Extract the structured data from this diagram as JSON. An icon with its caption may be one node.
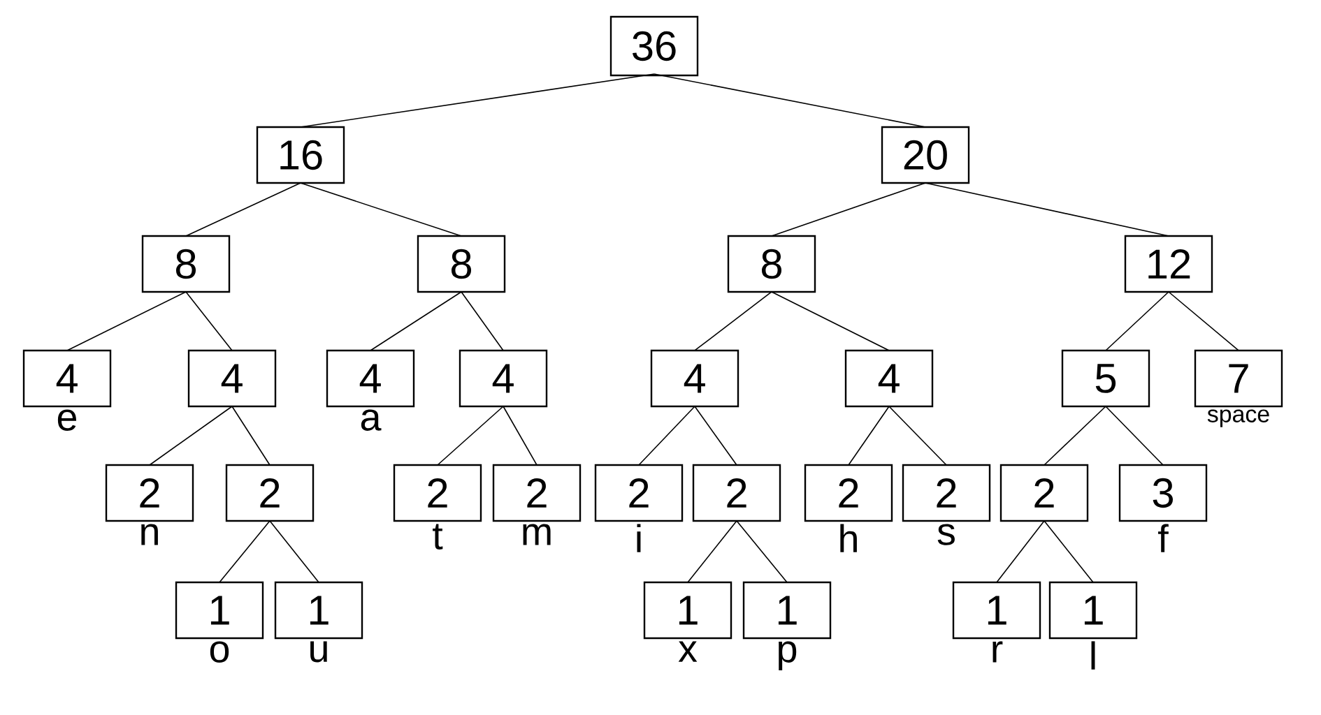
{
  "diagram": {
    "nodes": [
      {
        "text": [
          "36"
        ]
      },
      {
        "text": [
          "16"
        ]
      },
      {
        "text": [
          "20"
        ]
      },
      {
        "text": [
          "8"
        ]
      },
      {
        "text": [
          "8"
        ]
      },
      {
        "text": [
          "8"
        ]
      },
      {
        "text": [
          "12"
        ]
      },
      {
        "text": [
          "4"
        ],
        "beside": [
          "e"
        ]
      },
      {
        "text": [
          "4"
        ]
      },
      {
        "text": [
          "4"
        ],
        "beside": [
          "a"
        ]
      },
      {
        "text": [
          "4"
        ]
      },
      {
        "text": [
          "4"
        ]
      },
      {
        "text": [
          "4"
        ]
      },
      {
        "text": [
          "5"
        ]
      },
      {
        "text": [
          "7"
        ],
        "beside": [
          "space"
        ]
      },
      {
        "text": [
          "2"
        ],
        "beside": [
          "n"
        ]
      },
      {
        "text": [
          "2"
        ]
      },
      {
        "text": [
          "2"
        ],
        "beside": [
          "t"
        ]
      },
      {
        "text": [
          "2"
        ],
        "beside": [
          "m"
        ]
      },
      {
        "text": [
          "2"
        ],
        "beside": [
          "i"
        ]
      },
      {
        "text": [
          "2"
        ]
      },
      {
        "text": [
          "2"
        ],
        "beside": [
          "h"
        ]
      },
      {
        "text": [
          "2"
        ],
        "beside": [
          "s"
        ]
      },
      {
        "text": [
          "2"
        ]
      },
      {
        "text": [
          "3"
        ],
        "beside": [
          "f"
        ]
      },
      {
        "text": [
          "1"
        ],
        "beside": [
          "o"
        ]
      },
      {
        "text": [
          "1"
        ],
        "beside": [
          "u"
        ]
      },
      {
        "text": [
          "1"
        ],
        "beside": [
          "x"
        ]
      },
      {
        "text": [
          "1"
        ],
        "beside": [
          "p"
        ]
      },
      {
        "text": [
          "1"
        ],
        "beside": [
          "r"
        ]
      },
      {
        "text": [
          "1"
        ],
        "beside": [
          "l"
        ]
      }
    ],
    "edges": [
      {
        "from": 0,
        "to": 1,
        "arrow": "none"
      },
      {
        "from": 0,
        "to": 2,
        "arrow": "none"
      },
      {
        "from": 1,
        "to": 3,
        "arrow": "none"
      },
      {
        "from": 1,
        "to": 4,
        "arrow": "none"
      },
      {
        "from": 2,
        "to": 5,
        "arrow": "none"
      },
      {
        "from": 2,
        "to": 6,
        "arrow": "none"
      },
      {
        "from": 3,
        "to": 7,
        "arrow": "none"
      },
      {
        "from": 3,
        "to": 8,
        "arrow": "none"
      },
      {
        "from": 4,
        "to": 9,
        "arrow": "none"
      },
      {
        "from": 4,
        "to": 10,
        "arrow": "none"
      },
      {
        "from": 5,
        "to": 11,
        "arrow": "none"
      },
      {
        "from": 5,
        "to": 12,
        "arrow": "none"
      },
      {
        "from": 6,
        "to": 13,
        "arrow": "none"
      },
      {
        "from": 6,
        "to": 14,
        "arrow": "none"
      },
      {
        "from": 8,
        "to": 15,
        "arrow": "none"
      },
      {
        "from": 8,
        "to": 16,
        "arrow": "none"
      },
      {
        "from": 10,
        "to": 17,
        "arrow": "none"
      },
      {
        "from": 10,
        "to": 18,
        "arrow": "none"
      },
      {
        "from": 11,
        "to": 19,
        "arrow": "none"
      },
      {
        "from": 11,
        "to": 20,
        "arrow": "none"
      },
      {
        "from": 12,
        "to": 21,
        "arrow": "none"
      },
      {
        "from": 12,
        "to": 22,
        "arrow": "none"
      },
      {
        "from": 13,
        "to": 23,
        "arrow": "none"
      },
      {
        "from": 13,
        "to": 24,
        "arrow": "none"
      },
      {
        "from": 16,
        "to": 25,
        "arrow": "none"
      },
      {
        "from": 16,
        "to": 26,
        "arrow": "none"
      },
      {
        "from": 20,
        "to": 27,
        "arrow": "none"
      },
      {
        "from": 20,
        "to": 28,
        "arrow": "none"
      },
      {
        "from": 23,
        "to": 29,
        "arrow": "none"
      },
      {
        "from": 23,
        "to": 30,
        "arrow": "none"
      }
    ]
  }
}
